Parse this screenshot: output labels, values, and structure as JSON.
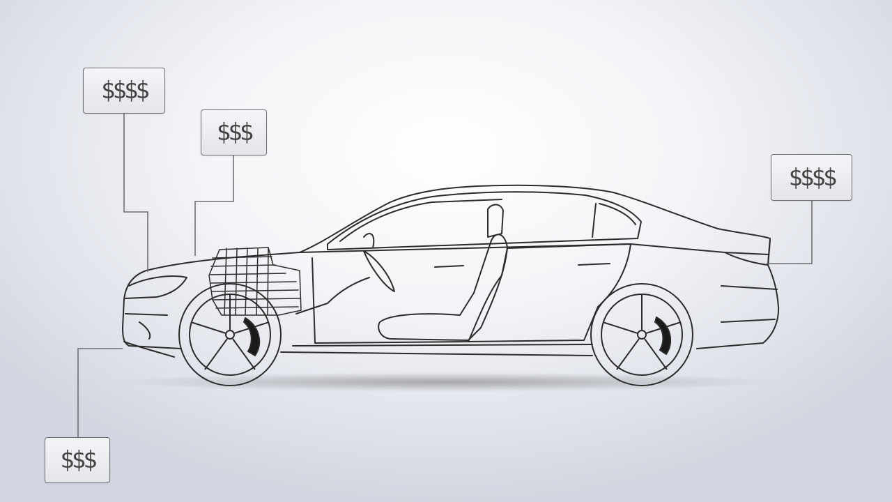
{
  "callouts": [
    {
      "id": "callout-1",
      "text": "$$$$"
    },
    {
      "id": "callout-2",
      "text": "$$$"
    },
    {
      "id": "callout-3",
      "text": "$$$$"
    },
    {
      "id": "callout-4",
      "text": "$$$"
    }
  ],
  "colors": {
    "line": "#2b2b2b",
    "leader": "#6d6e72",
    "background": "#eef0f4"
  }
}
